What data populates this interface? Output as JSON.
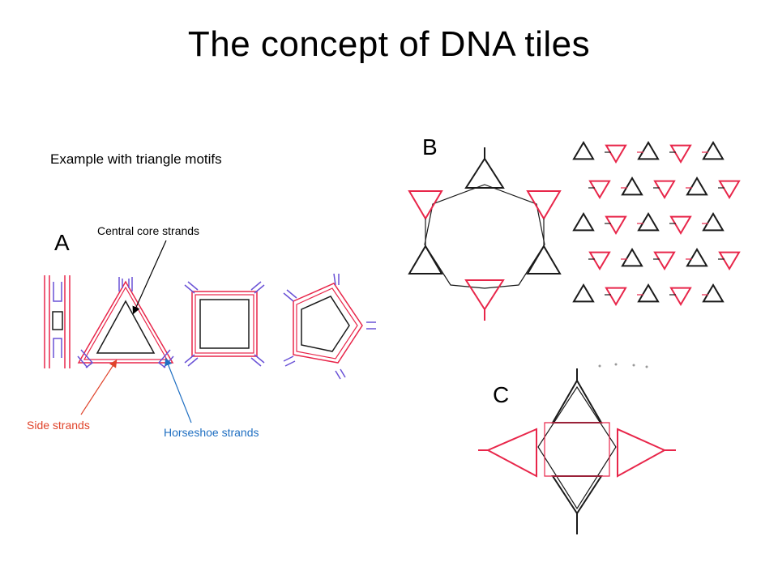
{
  "slide": {
    "title": "The concept of DNA tiles",
    "subtitle": "Example with triangle motifs"
  },
  "panels": {
    "a_label": "A",
    "b_label": "B",
    "c_label": "C"
  },
  "annotations": {
    "central_core": "Central core strands",
    "side_strands": "Side strands",
    "horseshoe_strands": "Horseshoe strands"
  },
  "colors": {
    "strand_red": "#e8264a",
    "strand_black": "#1a1a1a",
    "horseshoe_blue": "#6a52d6",
    "side_label": "#e0432a",
    "horseshoe_label": "#1f6fc2"
  }
}
